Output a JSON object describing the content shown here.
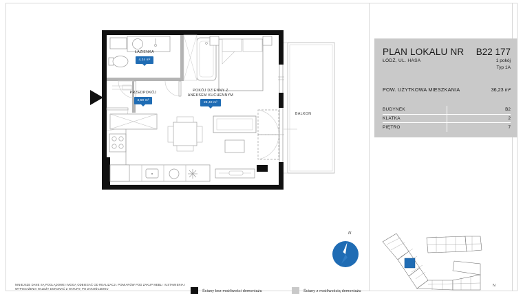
{
  "info": {
    "title": "PLAN LOKALU NR",
    "code": "B22 177",
    "address": "ŁÓDŹ, UL. HASA",
    "rooms_count": "1 pokój",
    "type": "Typ 1A",
    "area_label": "POW. UŻYTKOWA MIESZKANIA",
    "area_value": "36,23 m²",
    "table": [
      {
        "key": "BUDYNEK",
        "value": "B2"
      },
      {
        "key": "KLATKA",
        "value": "2"
      },
      {
        "key": "PIĘTRO",
        "value": "7"
      }
    ]
  },
  "rooms": [
    {
      "name": "ŁAZIENKA",
      "area": "4,24 m²"
    },
    {
      "name": "PRZEDPOKÓJ",
      "area": "3,59 m²"
    },
    {
      "name": "POKÓJ DZIENNY Z",
      "name2": "ANEKSEM KUCHENNYM",
      "area": "28,40 m²"
    }
  ],
  "balcony": {
    "label": "BALKON"
  },
  "compass": {
    "north_label": "N"
  },
  "keyplan": {
    "north_label": "N"
  },
  "legend": {
    "disclaimer": "NINIEJSZE DANE SĄ POGLĄDOWE I MOGĄ ODBIEGAĆ OD REALIZACJI. POMIARÓW POD ZAKUP MEBLI I USTAWIENIA I WYPOSAŻENIA NALEŻY DOKONAĆ Z NATURY, PO ZAKOŃCZENIU",
    "solid_walls": "Ściany bez możliwości demontażu",
    "removable_walls": "Ściany z możliwością demontażu"
  },
  "colors": {
    "accent_blue": "#1f6cb4",
    "panel_gray": "#c9c9c9",
    "wall_black": "#111111",
    "wall_gray": "#c9c9c9"
  }
}
